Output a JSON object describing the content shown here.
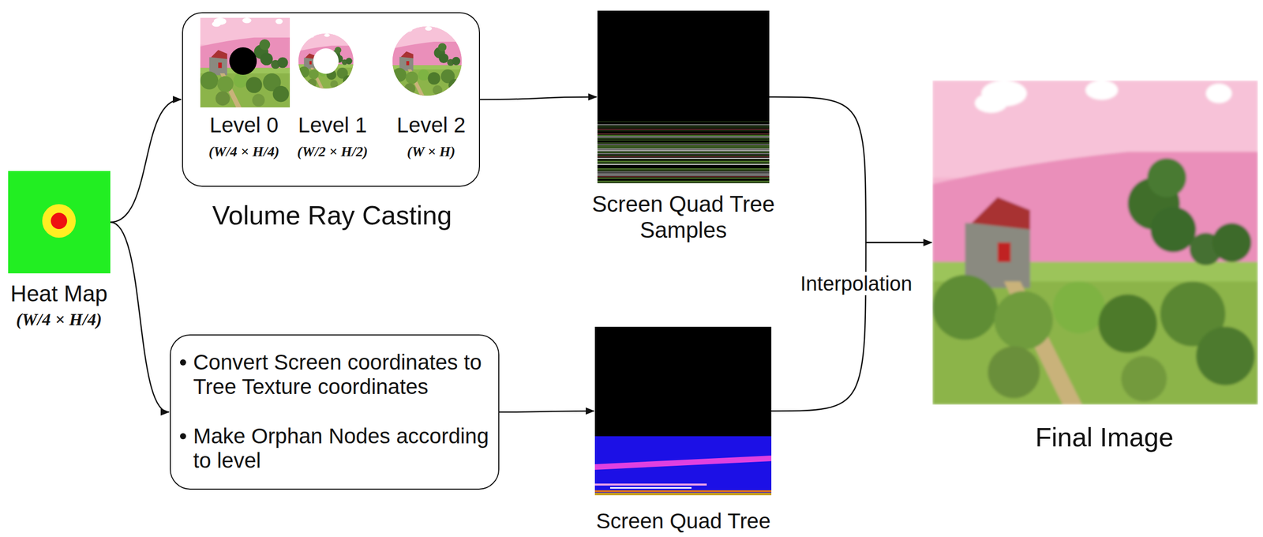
{
  "diagram": {
    "nodes": [
      {
        "text": [
          "Heat Map",
          "(W/4 × H/4)"
        ]
      },
      {
        "text": [
          "Volume Ray Casting"
        ]
      },
      {
        "text": [
          "Level 0",
          "(W/4 × H/4)"
        ],
        "in": 1
      },
      {
        "text": [
          "Level 1",
          "(W/2 × H/2)"
        ],
        "in": 1
      },
      {
        "text": [
          "Level 2",
          "(W × H)"
        ],
        "in": 1
      },
      {
        "text": [
          "Screen Quad Tree Samples"
        ]
      },
      {
        "text": [
          "Convert Screen coordinates to Tree Texture coordinates",
          "Make Orphan Nodes according to level"
        ]
      },
      {
        "text": [
          "Screen Quad Tree"
        ]
      },
      {
        "text": [
          "Final Image"
        ]
      }
    ],
    "edges": [
      {
        "from": 0,
        "to": 1,
        "arrow": "to"
      },
      {
        "from": 0,
        "to": 6,
        "arrow": "to"
      },
      {
        "from": 1,
        "to": 5,
        "arrow": "to"
      },
      {
        "from": 6,
        "to": 7,
        "arrow": "to"
      },
      {
        "from": 5,
        "to": 8,
        "arrow": "to"
      },
      {
        "from": 7,
        "to": 8,
        "arrow": "to"
      }
    ],
    "labels": [
      "Interpolation"
    ]
  }
}
